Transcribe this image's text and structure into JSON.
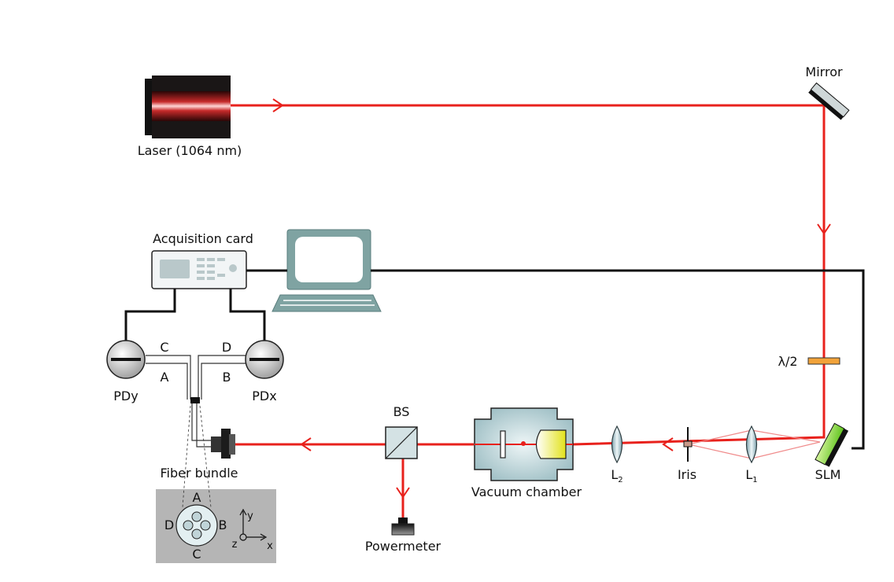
{
  "labels": {
    "laser": "Laser (1064 nm)",
    "mirror": "Mirror",
    "acquisition_card": "Acquisition card",
    "half_wave_plate": "λ/2",
    "slm": "SLM",
    "lens1_base": "L",
    "lens1_sub": "1",
    "iris": "Iris",
    "lens2_base": "L",
    "lens2_sub": "2",
    "vacuum_chamber": "Vacuum chamber",
    "beam_splitter": "BS",
    "powermeter": "Powermeter",
    "fiber_bundle": "Fiber bundle",
    "pdy": "PDy",
    "pdx": "PDx",
    "fiber_c": "C",
    "fiber_a": "A",
    "fiber_d": "D",
    "fiber_b": "B",
    "inset_a": "A",
    "inset_b": "B",
    "inset_c": "C",
    "inset_d": "D",
    "axis_x": "x",
    "axis_y": "y",
    "axis_z": "z"
  },
  "colors": {
    "beam": "#e8211c",
    "monitor": "#7fa3a2",
    "slm": "#8fe03a",
    "waveplate": "#f2a33a",
    "chamber": "#a8c8ce",
    "inset_bg": "#b5b5b5"
  }
}
